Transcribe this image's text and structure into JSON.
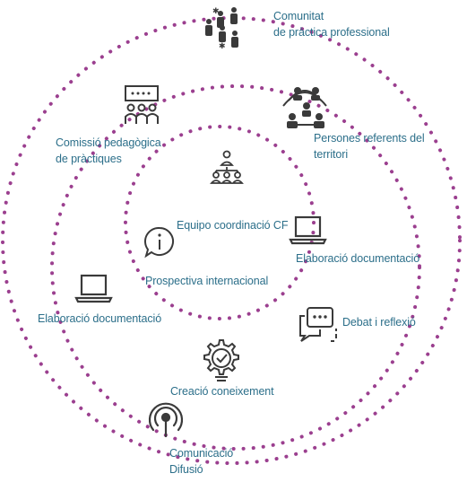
{
  "colors": {
    "ring": "#9b3f8f",
    "label": "#2c6f8a",
    "icon": "#3a3a3a"
  },
  "labels": {
    "outer_title_line1": "Comunitat",
    "outer_title_line2": "de pràctica professional",
    "committee_line1": "Comissió pedagògica",
    "committee_line2": "de pràctiques",
    "referents_line1": "Persones referents del",
    "referents_line2": "territori",
    "coord_team": "Equipo coordinació CF",
    "prospective": "Prospectiva internacional",
    "docs_inner": "Elaboració documentació",
    "docs_middle": "Elaboració documentació",
    "debate": "Debat i reflexió",
    "knowledge": "Creació coneixement",
    "comm_line1": "Comunicació",
    "comm_line2": "Difusió"
  },
  "icons": [
    "community-icon",
    "committee-meeting-icon",
    "local-network-icon",
    "team-hierarchy-icon",
    "info-bubble-icon",
    "laptop-icon",
    "laptop-icon",
    "chat-bubbles-icon",
    "lightbulb-gear-icon",
    "broadcast-antenna-icon"
  ]
}
